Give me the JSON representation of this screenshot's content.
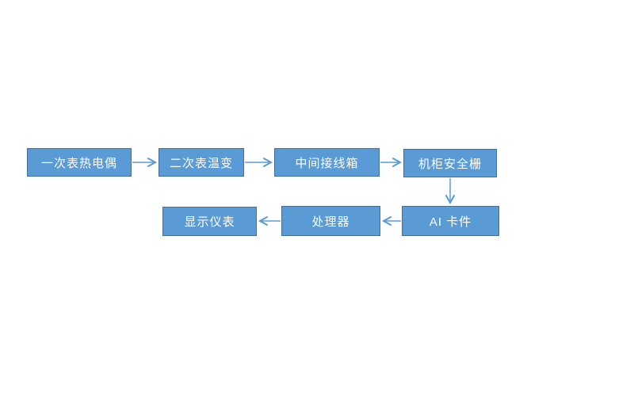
{
  "diagram": {
    "type": "flowchart",
    "background_color": "#ffffff",
    "node_fill_color": "#5b9bd5",
    "node_border_color": "#41719c",
    "node_text_color": "#ffffff",
    "arrow_color": "#5b9bd5",
    "nodes": [
      {
        "id": "primary-thermocouple",
        "label": "一次表热电偶"
      },
      {
        "id": "secondary-temp-transmitter",
        "label": "二次表温变"
      },
      {
        "id": "intermediate-junction-box",
        "label": "中间接线箱"
      },
      {
        "id": "cabinet-safety-barrier",
        "label": "机柜安全栅"
      },
      {
        "id": "ai-card",
        "label": "AI 卡件"
      },
      {
        "id": "processor",
        "label": "处理器"
      },
      {
        "id": "display-instrument",
        "label": "显示仪表"
      }
    ],
    "edges": [
      {
        "from": "一次表热电偶",
        "to": "二次表温变",
        "direction": "right"
      },
      {
        "from": "二次表温变",
        "to": "中间接线箱",
        "direction": "right"
      },
      {
        "from": "中间接线箱",
        "to": "机柜安全栅",
        "direction": "right"
      },
      {
        "from": "机柜安全栅",
        "to": "AI 卡件",
        "direction": "down"
      },
      {
        "from": "AI 卡件",
        "to": "处理器",
        "direction": "left"
      },
      {
        "from": "处理器",
        "to": "显示仪表",
        "direction": "left"
      }
    ]
  }
}
